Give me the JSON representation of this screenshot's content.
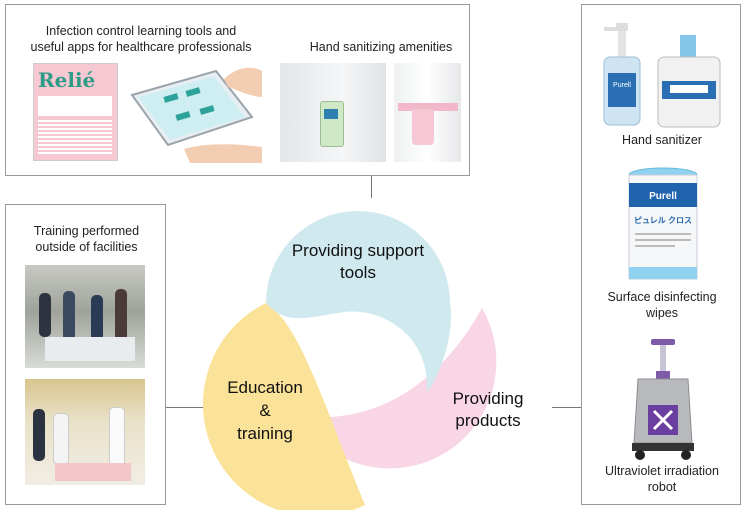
{
  "top_panel": {
    "learning_caption_line1": "Infection control learning tools and",
    "learning_caption_line2": "useful apps for healthcare professionals",
    "amenities_caption": "Hand sanitizing amenities",
    "magazine_title": "Relié"
  },
  "left_panel": {
    "caption_line1": "Training performed",
    "caption_line2": "outside of facilities"
  },
  "right_panel": {
    "item1_caption": "Hand sanitizer",
    "item2_caption_line1": "Surface disinfecting",
    "item2_caption_line2": "wipes",
    "item3_caption_line1": "Ultraviolet irradiation",
    "item3_caption_line2": "robot",
    "purell_label": "Purell",
    "wipes_label": "ピュレル クロス"
  },
  "center": {
    "support_line1": "Providing support",
    "support_line2": "tools",
    "education_line1": "Education",
    "education_line2": "&",
    "education_line3": "training",
    "products_line1": "Providing",
    "products_line2": "products"
  },
  "colors": {
    "support": "#cfe9ef",
    "education": "#fbe299",
    "products": "#f8d6e6",
    "border": "#9a9a9a",
    "connector": "#777777"
  }
}
